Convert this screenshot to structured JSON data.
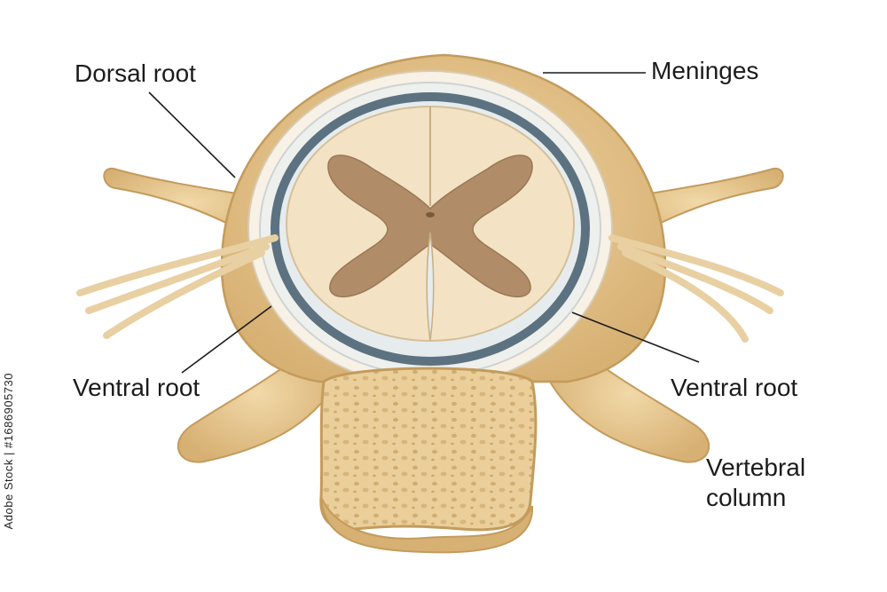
{
  "labels": {
    "dorsal_root": "Dorsal root",
    "meninges": "Meninges",
    "ventral_root_left": "Ventral root",
    "ventral_root_right": "Ventral root",
    "vertebral_column_line1": "Vertebral",
    "vertebral_column_line2": "column"
  },
  "watermark": {
    "stock_id": "Adobe Stock | #1686905730"
  },
  "colors": {
    "bone": "#e4c48e",
    "bone_dark": "#c9a264",
    "white_matter": "#f3e3c4",
    "grey_matter": "#b08d68",
    "meninges_blue": "#5c7280",
    "leader_line": "#1c1c1c"
  }
}
